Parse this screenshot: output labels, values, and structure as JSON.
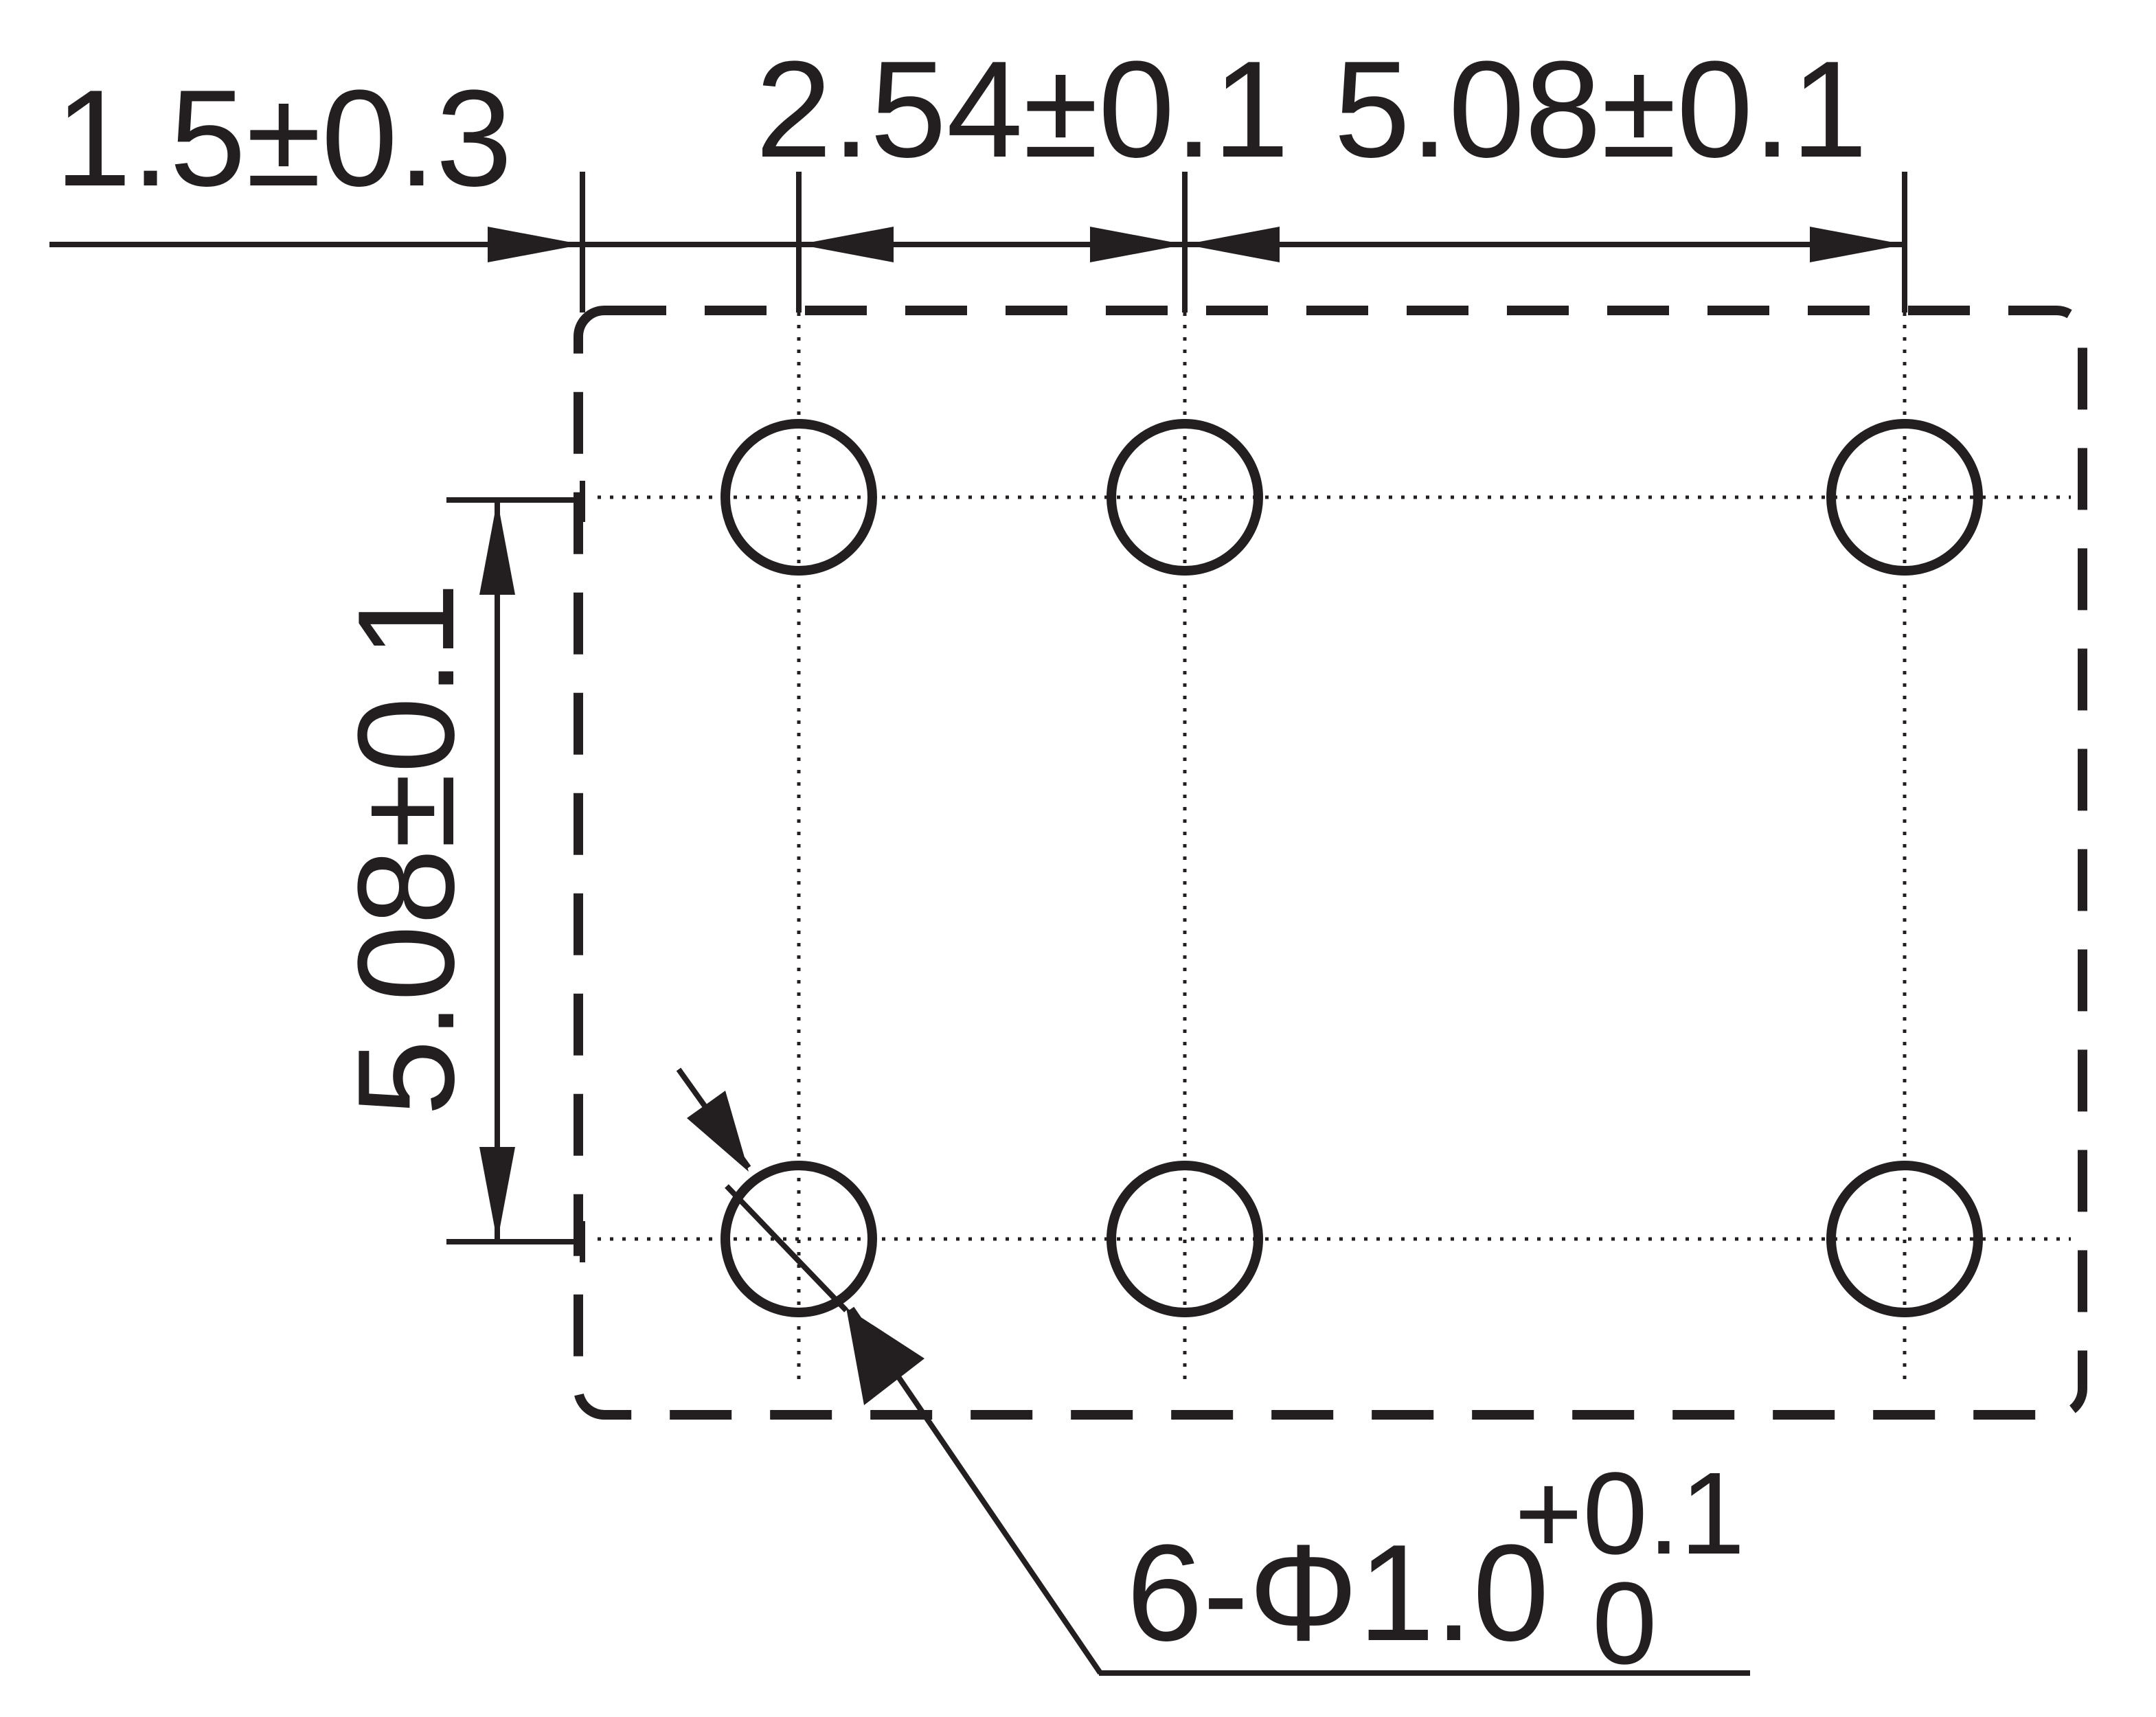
{
  "diagram": {
    "dimensions": {
      "edge_offset": "1.5±0.3",
      "pitch_small": "2.54±0.1",
      "pitch_large": "5.08±0.1",
      "row_pitch": "5.08±0.1"
    },
    "hole_callout": {
      "main": "6-Φ1.0",
      "upper_tolerance": "+0.1",
      "lower_tolerance": "0"
    },
    "hole_count": 6,
    "colors": {
      "ink": "#231f20",
      "background": "#ffffff"
    }
  }
}
